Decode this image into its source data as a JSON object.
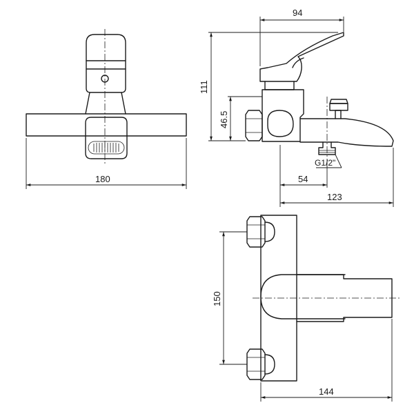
{
  "drawing": {
    "front_view": {
      "width_label": "180"
    },
    "side_view": {
      "top_width_label": "94",
      "height_label": "111",
      "inlet_height_label": "46.5",
      "outlet_offset_label": "54",
      "thread_label": "G1/2\"",
      "depth_label": "123"
    },
    "top_view": {
      "centers_label": "150",
      "length_label": "144"
    }
  }
}
